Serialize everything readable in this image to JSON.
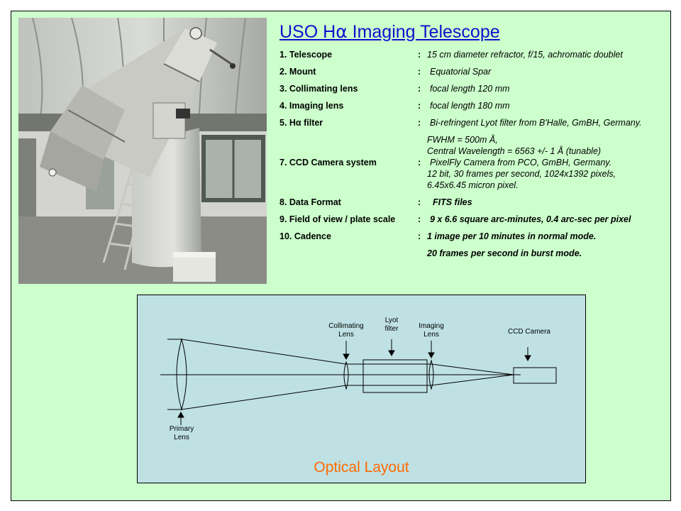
{
  "title_prefix": "USO H",
  "title_alpha": "α",
  "title_suffix": " Imaging Telescope",
  "specs": {
    "telescope": {
      "label": "1. Telescope",
      "value": "15 cm diameter refractor, f/15, achromatic doublet"
    },
    "mount": {
      "label": "2. Mount",
      "value": "Equatorial Spar"
    },
    "collimating": {
      "label": "3. Collimating lens",
      "value": "focal length  120 mm"
    },
    "imaging": {
      "label": "4. Imaging lens",
      "value": "focal length  180 mm"
    },
    "filter": {
      "label": "5. Hα filter",
      "value": "Bi-refringent Lyot filter from B'Halle, GmBH, Germany.",
      "fwhm": "FWHM = 500m Å,",
      "central": "Central Wavelength  =  6563  +/-  1 Å   (tunable)"
    },
    "ccd": {
      "label": "7. CCD Camera system",
      "value": "PixelFly Camera from PCO, GmBH, Germany.",
      "line2": "12 bit, 30 frames per second, 1024x1392 pixels,",
      "line3": "6.45x6.45 micron pixel."
    },
    "format": {
      "label": "8. Data  Format",
      "value": "FITS  files"
    },
    "fov": {
      "label": "9. Field of view / plate  scale",
      "value": "9 x 6.6 square arc-minutes, 0.4 arc-sec per pixel"
    },
    "cadence": {
      "label": "10. Cadence",
      "value": "1 image per 10 minutes in normal mode.",
      "line2": "20 frames per second in burst mode."
    }
  },
  "diagram": {
    "caption": "Optical Layout",
    "collimating_label": [
      "Collimating",
      "Lens"
    ],
    "lyot_label": [
      "Lyot",
      "filter"
    ],
    "imaging_label": [
      "Imaging",
      "Lens"
    ],
    "ccd_label": "CCD Camera",
    "primary_label": [
      "Primary",
      "Lens"
    ]
  },
  "colors": {
    "background": "#ccffcc",
    "title": "#1010cc",
    "caption": "#ff6a00",
    "diagram_bg": "#bfe1e4"
  }
}
